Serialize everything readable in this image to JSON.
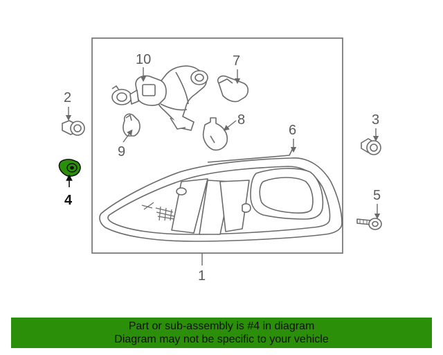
{
  "callouts": {
    "c1": "1",
    "c2": "2",
    "c3": "3",
    "c4": "4",
    "c5": "5",
    "c6": "6",
    "c7": "7",
    "c8": "8",
    "c9": "9",
    "c10": "10"
  },
  "highlight_color": "#2b8f0a",
  "banner": {
    "line1": "Part or sub-assembly is #4 in diagram",
    "line2": "Diagram may not be specific to your vehicle"
  }
}
